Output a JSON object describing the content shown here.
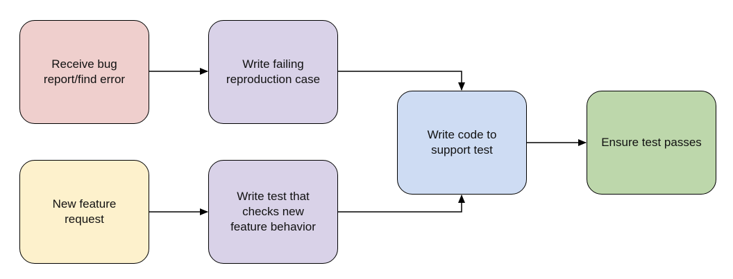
{
  "nodes": {
    "receive_bug": {
      "label": "Receive bug\nreport/find error",
      "color": "#efcfcd"
    },
    "write_failing": {
      "label": "Write failing\nreproduction case",
      "color": "#d9d2e8"
    },
    "new_feature": {
      "label": "New feature\nrequest",
      "color": "#fdf1cc"
    },
    "write_test": {
      "label": "Write test that\nchecks new\nfeature behavior",
      "color": "#d9d2e8"
    },
    "write_code": {
      "label": "Write code to\nsupport test",
      "color": "#cedcf3"
    },
    "ensure_pass": {
      "label": "Ensure test passes",
      "color": "#bdd7ab"
    }
  },
  "edges": [
    {
      "from": "receive_bug",
      "to": "write_failing"
    },
    {
      "from": "write_failing",
      "to": "write_code"
    },
    {
      "from": "new_feature",
      "to": "write_test"
    },
    {
      "from": "write_test",
      "to": "write_code"
    },
    {
      "from": "write_code",
      "to": "ensure_pass"
    }
  ]
}
